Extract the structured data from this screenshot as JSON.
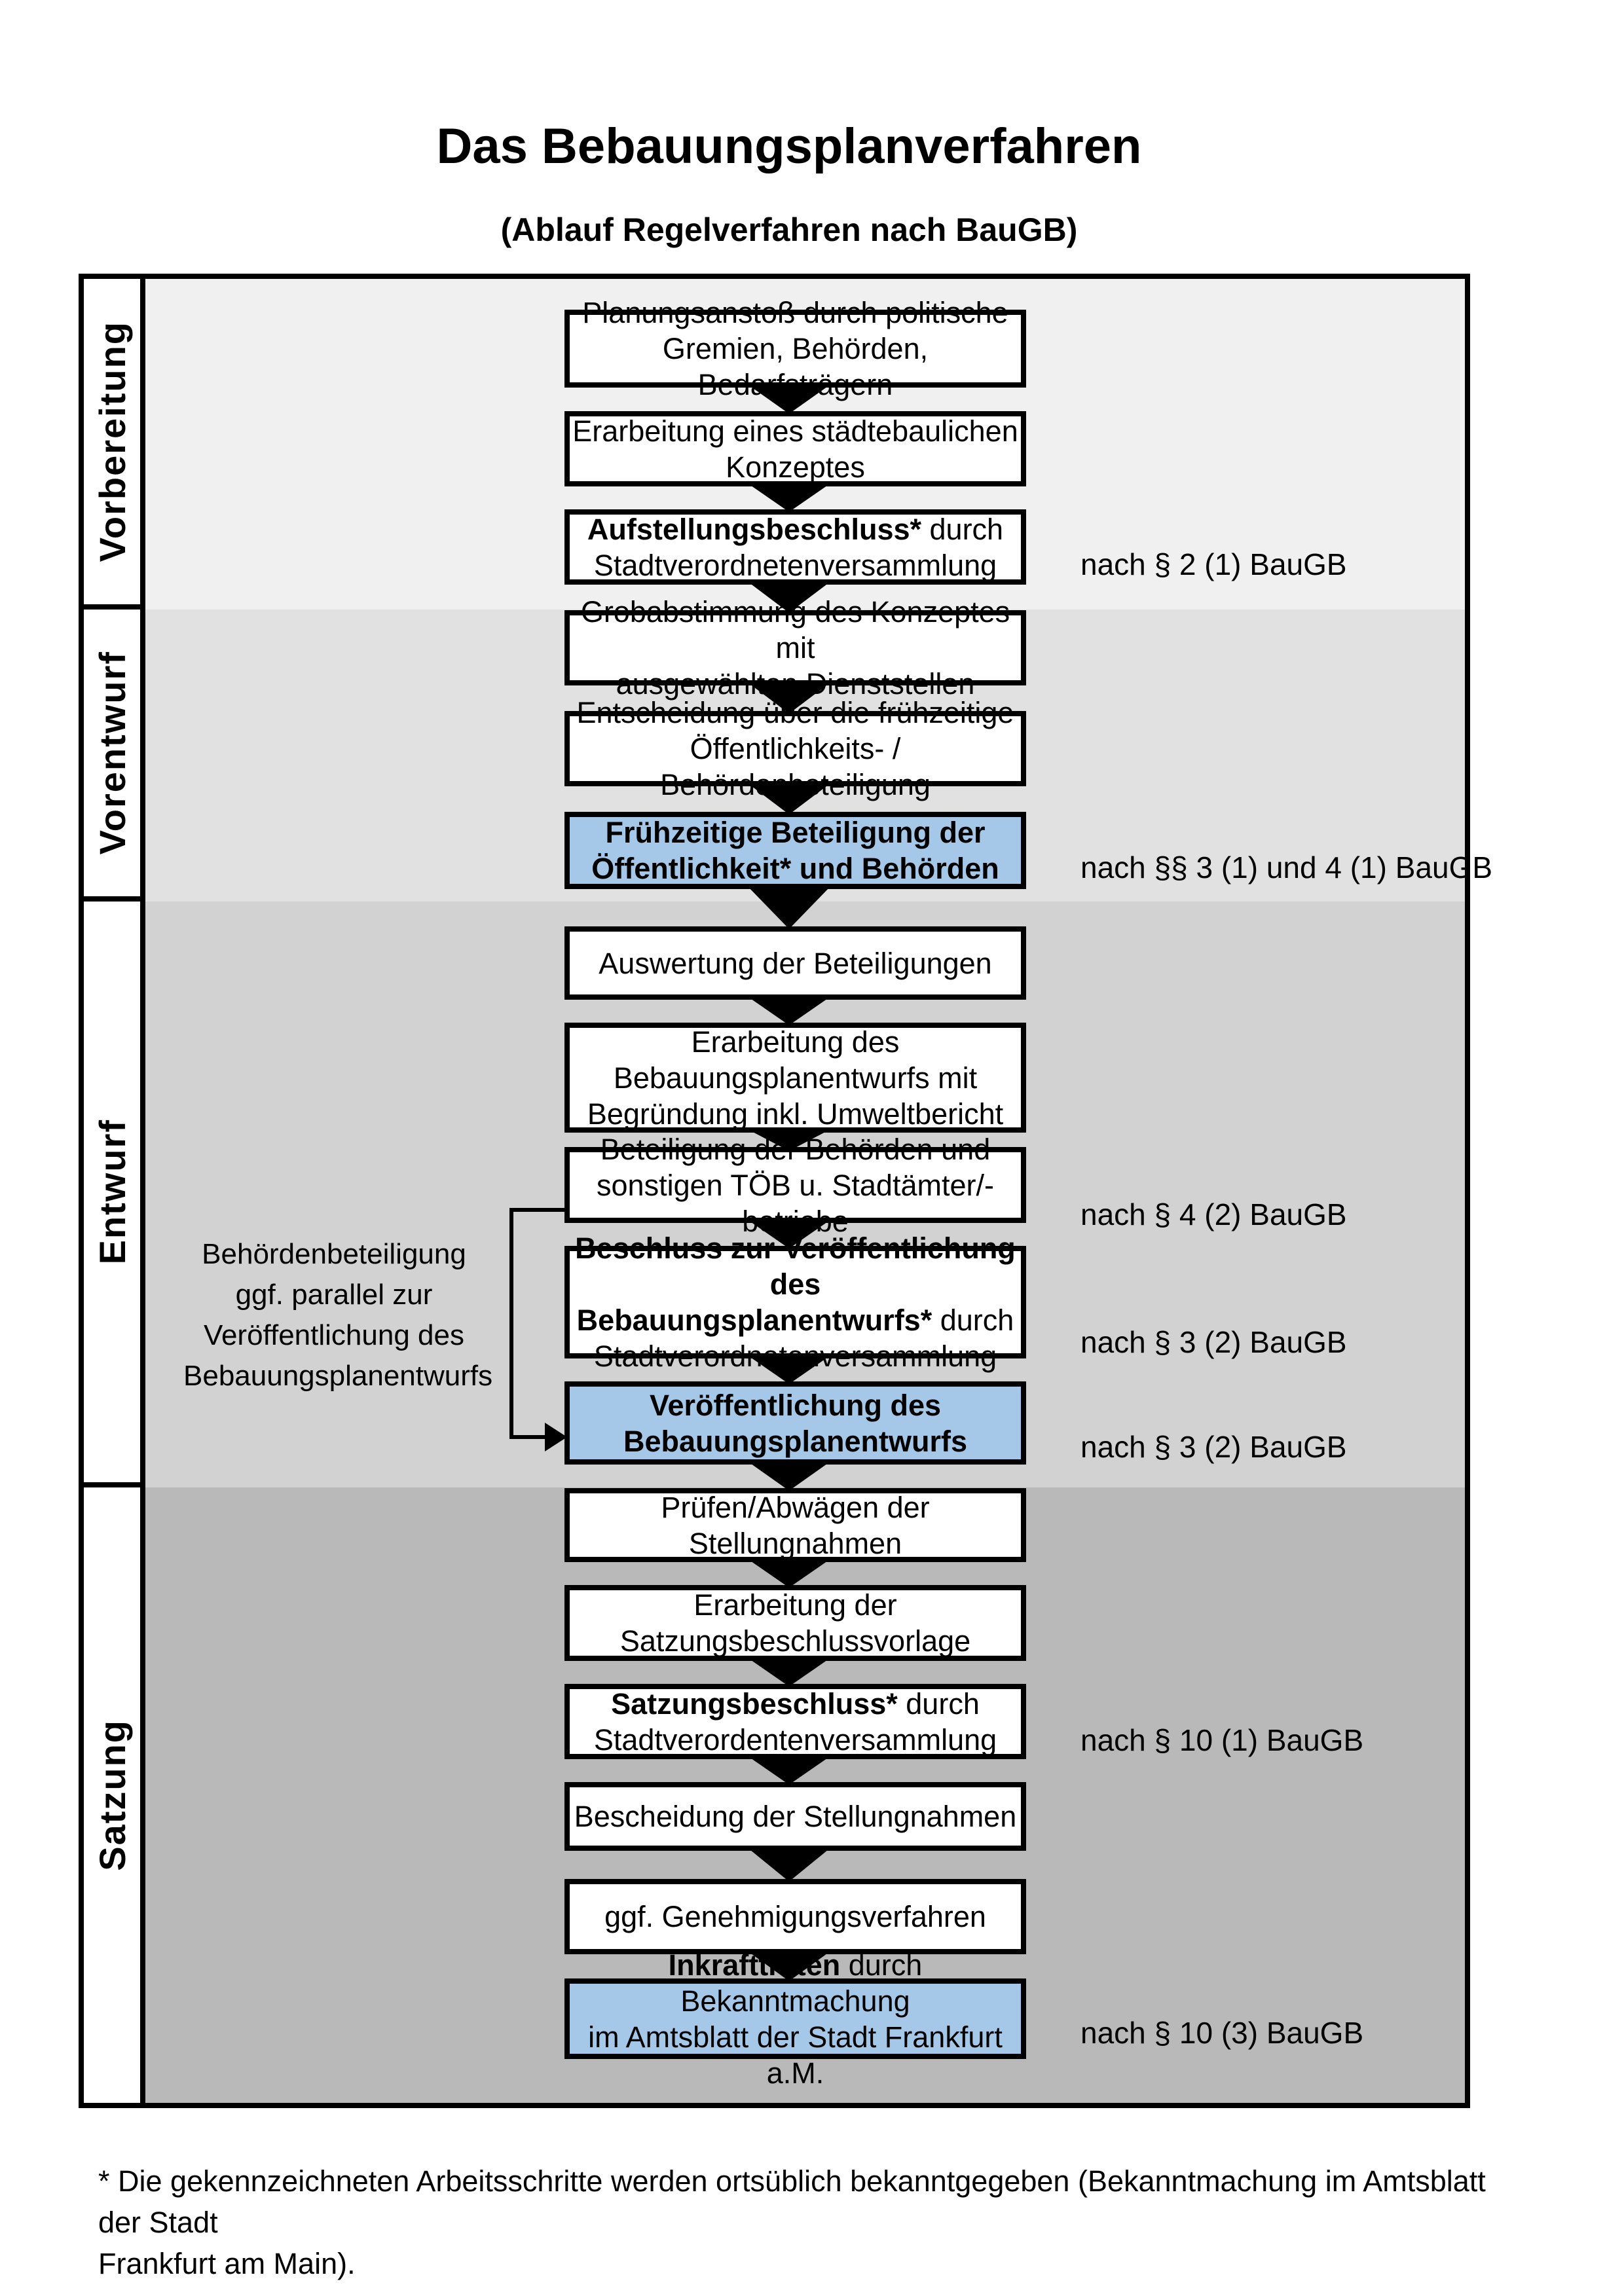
{
  "page": {
    "title": "Das Bebauungsplanverfahren",
    "subtitle": "(Ablauf Regelverfahren nach BauGB)"
  },
  "colors": {
    "highlight_box": "#a6c8e8",
    "band_colors": [
      "#f0f0f0",
      "#e1e1e1",
      "#d2d2d2",
      "#b9b9b9"
    ],
    "box_background": "#ffffff",
    "border": "#000000"
  },
  "phases": [
    {
      "label": "Vorbereitung"
    },
    {
      "label": "Vorentwurf"
    },
    {
      "label": "Entwurf"
    },
    {
      "label": "Satzung"
    }
  ],
  "flowchart": {
    "steps": [
      {
        "highlight": false,
        "lines": [
          [
            {
              "t": "Planungsanstoß durch politische",
              "b": false
            }
          ],
          [
            {
              "t": "Gremien, Behörden, Bedarfsträgern",
              "b": false
            }
          ]
        ]
      },
      {
        "highlight": false,
        "lines": [
          [
            {
              "t": "Erarbeitung eines städtebaulichen",
              "b": false
            }
          ],
          [
            {
              "t": "Konzeptes",
              "b": false
            }
          ]
        ]
      },
      {
        "highlight": false,
        "lines": [
          [
            {
              "t": "Aufstellungsbeschluss*",
              "b": true
            },
            {
              "t": " durch",
              "b": false
            }
          ],
          [
            {
              "t": "Stadtverordnetenversammlung",
              "b": false
            }
          ]
        ]
      },
      {
        "highlight": false,
        "lines": [
          [
            {
              "t": "Grobabstimmung des Konzeptes mit",
              "b": false
            }
          ],
          [
            {
              "t": "ausgewählten Dienststellen",
              "b": false
            }
          ]
        ]
      },
      {
        "highlight": false,
        "lines": [
          [
            {
              "t": "Entscheidung über die frühzeitige",
              "b": false
            }
          ],
          [
            {
              "t": "Öffentlichkeits- / Behördenbeteiligung",
              "b": false
            }
          ]
        ]
      },
      {
        "highlight": true,
        "lines": [
          [
            {
              "t": "Frühzeitige Beteiligung der",
              "b": true
            }
          ],
          [
            {
              "t": "Öffentlichkeit* und Behörden",
              "b": true
            }
          ]
        ]
      },
      {
        "highlight": false,
        "lines": [
          [
            {
              "t": "Auswertung der Beteiligungen",
              "b": false
            }
          ]
        ]
      },
      {
        "highlight": false,
        "lines": [
          [
            {
              "t": "Erarbeitung des",
              "b": false
            }
          ],
          [
            {
              "t": "Bebauungsplanentwurfs mit",
              "b": false
            }
          ],
          [
            {
              "t": "Begründung inkl. Umweltbericht",
              "b": false
            }
          ]
        ]
      },
      {
        "highlight": false,
        "lines": [
          [
            {
              "t": "Beteiligung der Behörden und",
              "b": false
            }
          ],
          [
            {
              "t": "sonstigen TÖB u. Stadtämter/-betriebe",
              "b": false
            }
          ]
        ]
      },
      {
        "highlight": false,
        "lines": [
          [
            {
              "t": "Beschluss zur Veröffentlichung des",
              "b": true
            }
          ],
          [
            {
              "t": "Bebauungsplanentwurfs*",
              "b": true
            },
            {
              "t": " durch",
              "b": false
            }
          ],
          [
            {
              "t": "Stadtverordnetenversammlung",
              "b": false
            }
          ]
        ]
      },
      {
        "highlight": true,
        "lines": [
          [
            {
              "t": "Veröffentlichung des",
              "b": true
            }
          ],
          [
            {
              "t": "Bebauungsplanentwurfs",
              "b": true
            }
          ]
        ]
      },
      {
        "highlight": false,
        "lines": [
          [
            {
              "t": "Prüfen/Abwägen der Stellungnahmen",
              "b": false
            }
          ]
        ]
      },
      {
        "highlight": false,
        "lines": [
          [
            {
              "t": "Erarbeitung der",
              "b": false
            }
          ],
          [
            {
              "t": "Satzungsbeschlussvorlage",
              "b": false
            }
          ]
        ]
      },
      {
        "highlight": false,
        "lines": [
          [
            {
              "t": "Satzungsbeschluss*",
              "b": true
            },
            {
              "t": " durch",
              "b": false
            }
          ],
          [
            {
              "t": "Stadtverordentenversammlung",
              "b": false
            }
          ]
        ]
      },
      {
        "highlight": false,
        "lines": [
          [
            {
              "t": "Bescheidung der Stellungnahmen",
              "b": false
            }
          ]
        ]
      },
      {
        "highlight": false,
        "lines": [
          [
            {
              "t": "ggf. Genehmigungsverfahren",
              "b": false
            }
          ]
        ]
      },
      {
        "highlight": true,
        "lines": [
          [
            {
              "t": "Inkrafttreten",
              "b": true
            },
            {
              "t": " durch Bekanntmachung",
              "b": false
            }
          ],
          [
            {
              "t": "im Amtsblatt der Stadt Frankfurt a.M.",
              "b": false
            }
          ]
        ]
      }
    ]
  },
  "annotations": [
    {
      "text": "nach § 2 (1) BauGB"
    },
    {
      "text": "nach §§ 3 (1) und 4 (1) BauGB"
    },
    {
      "text": "nach § 4 (2) BauGB"
    },
    {
      "text": "nach § 3 (2) BauGB"
    },
    {
      "text": "nach § 3 (2) BauGB"
    },
    {
      "text": "nach § 10 (1) BauGB"
    },
    {
      "text": "nach § 10 (3) BauGB"
    }
  ],
  "side_note": {
    "lines": [
      "Behördenbeteiligung",
      "ggf. parallel zur",
      "Veröffentlichung des",
      "Bebauungsplanentwurfs"
    ]
  },
  "footnote": {
    "lines": [
      "* Die gekennzeichneten Arbeitsschritte werden ortsüblich bekanntgegeben (Bekanntmachung im Amtsblatt  der Stadt",
      "Frankfurt am Main)."
    ]
  }
}
